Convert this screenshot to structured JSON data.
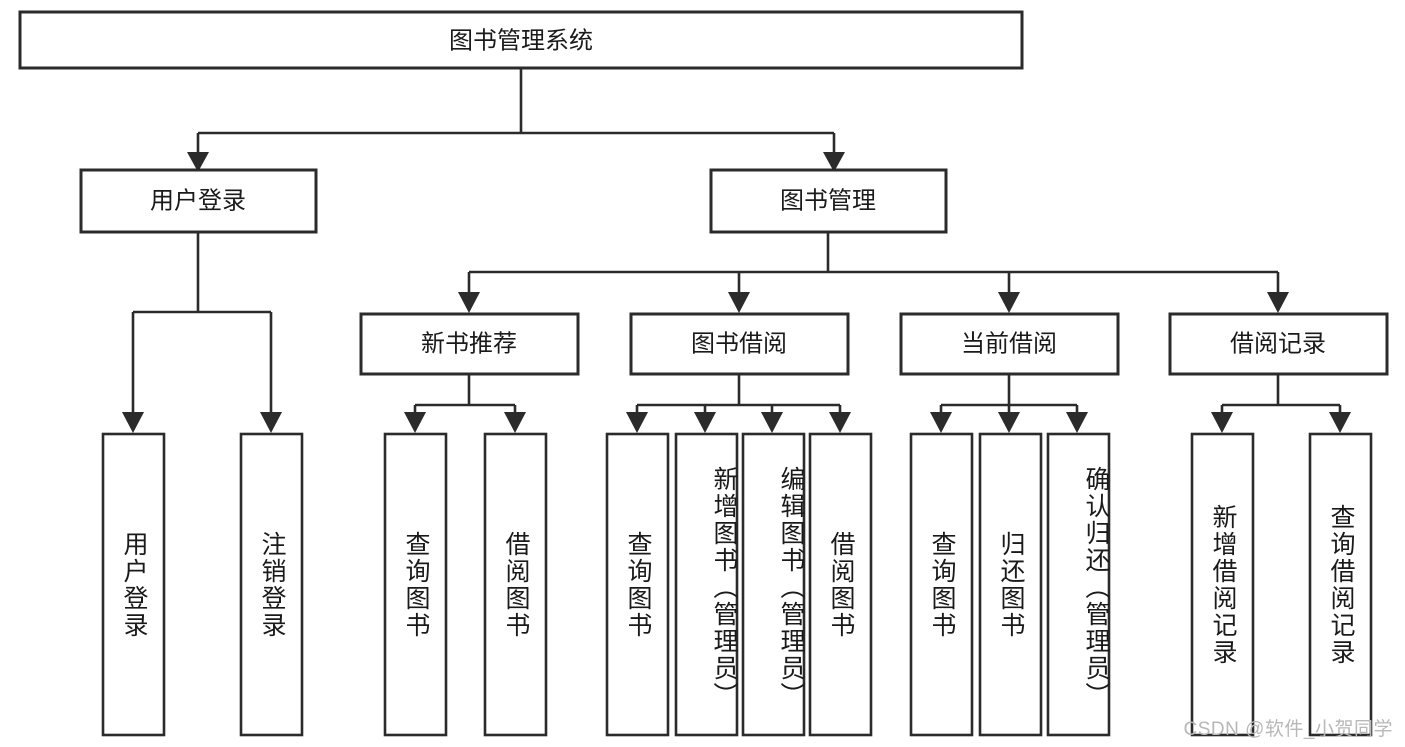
{
  "diagram": {
    "type": "tree",
    "title": "图书管理系统",
    "orientation": "top-down",
    "root": {
      "id": "root",
      "label": "图书管理系统"
    },
    "level2": [
      {
        "id": "user-login",
        "label": "用户登录"
      },
      {
        "id": "book-management",
        "label": "图书管理"
      }
    ],
    "level3": [
      {
        "id": "new-book-recommend",
        "label": "新书推荐",
        "parent": "book-management"
      },
      {
        "id": "book-borrow",
        "label": "图书借阅",
        "parent": "book-management"
      },
      {
        "id": "current-borrow",
        "label": "当前借阅",
        "parent": "book-management"
      },
      {
        "id": "borrow-record",
        "label": "借阅记录",
        "parent": "book-management"
      }
    ],
    "leaves": [
      {
        "id": "leaf-user-login",
        "label": "用户登录",
        "parent": "user-login"
      },
      {
        "id": "leaf-user-logout",
        "label": "注销登录",
        "parent": "user-login"
      },
      {
        "id": "leaf-query-book-1",
        "label": "查询图书",
        "parent": "new-book-recommend"
      },
      {
        "id": "leaf-borrow-book-1",
        "label": "借阅图书",
        "parent": "new-book-recommend"
      },
      {
        "id": "leaf-query-book-2",
        "label": "查询图书",
        "parent": "book-borrow"
      },
      {
        "id": "leaf-add-book",
        "label": "新增图书（管理员）",
        "parent": "book-borrow"
      },
      {
        "id": "leaf-edit-book",
        "label": "编辑图书（管理员）",
        "parent": "book-borrow"
      },
      {
        "id": "leaf-borrow-book-2",
        "label": "借阅图书",
        "parent": "book-borrow"
      },
      {
        "id": "leaf-query-book-3",
        "label": "查询图书",
        "parent": "current-borrow"
      },
      {
        "id": "leaf-return-book",
        "label": "归还图书",
        "parent": "current-borrow"
      },
      {
        "id": "leaf-confirm-return",
        "label": "确认归还（管理员）",
        "parent": "current-borrow"
      },
      {
        "id": "leaf-add-record",
        "label": "新增借阅记录",
        "parent": "borrow-record"
      },
      {
        "id": "leaf-query-record",
        "label": "查询借阅记录",
        "parent": "borrow-record"
      }
    ],
    "colors": {
      "box_fill": "#ffffff",
      "box_stroke": "#2b2b2b",
      "text": "#1a1a1a",
      "connector": "#2b2b2b",
      "watermark": "#b8b8b8",
      "background": "#ffffff"
    }
  },
  "watermark": {
    "text": "CSDN @软件_小贺同学"
  }
}
